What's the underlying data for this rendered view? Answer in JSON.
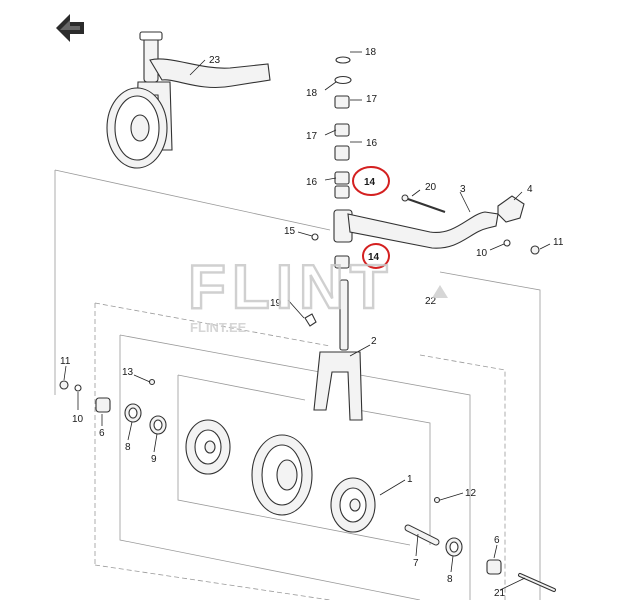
{
  "watermark": {
    "brand": "FLINT",
    "site": "FLINT.EE"
  },
  "callouts": {
    "c23": "23",
    "c18a": "18",
    "c18b": "18",
    "c17a": "17",
    "c17b": "17",
    "c16a": "16",
    "c16b": "16",
    "c14a": "14",
    "c14b": "14",
    "c20": "20",
    "c3": "3",
    "c4": "4",
    "c15": "15",
    "c10a": "10",
    "c11a": "11",
    "c19": "19",
    "c22": "22",
    "c2": "2",
    "c11b": "11",
    "c10b": "10",
    "c13": "13",
    "c6a": "6",
    "c8a": "8",
    "c9": "9",
    "c1": "1",
    "c12": "12",
    "c7": "7",
    "c6b": "6",
    "c8b": "8",
    "c21": "21"
  },
  "highlight_color": "#d42020"
}
